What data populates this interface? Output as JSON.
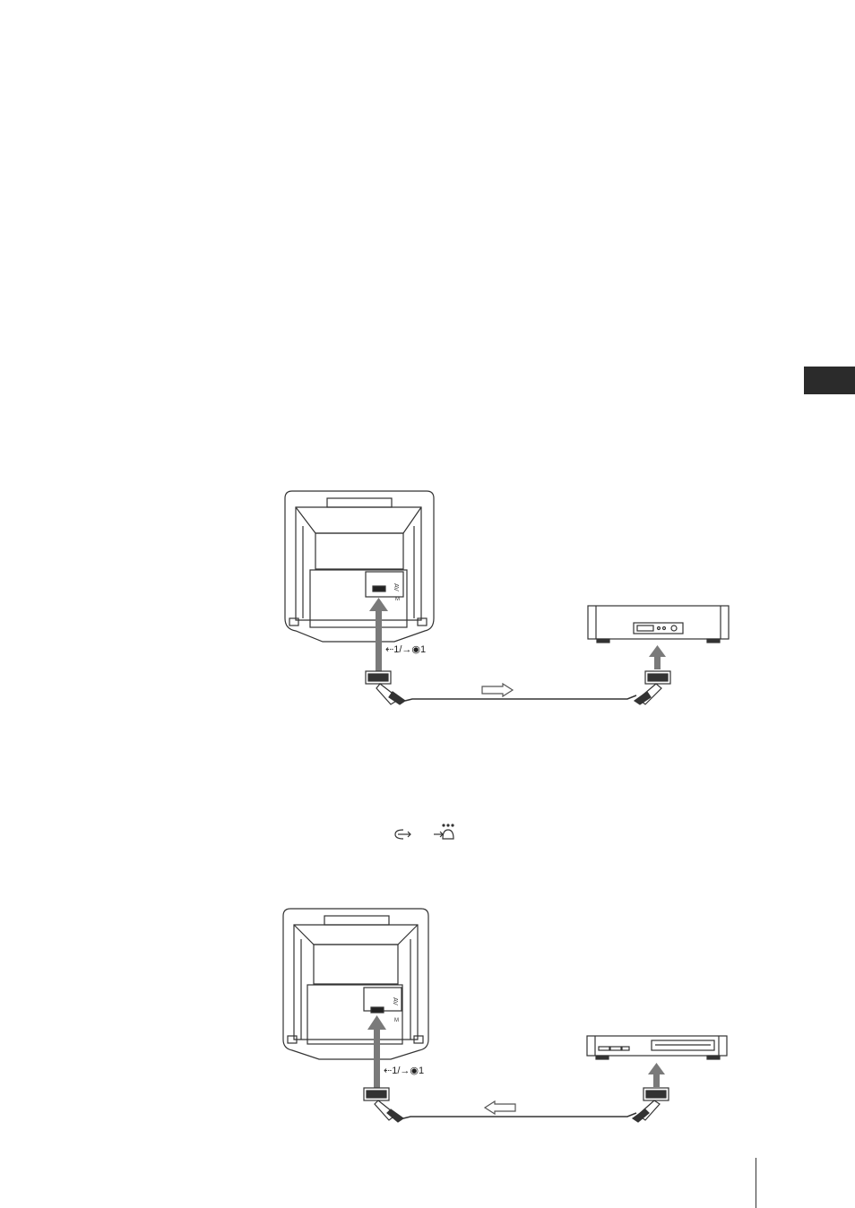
{
  "page": {
    "tab_marker_color": "#2b2b2b"
  },
  "diagram1": {
    "tv_connector_label": "⇠1/→◉1",
    "direction": "right"
  },
  "diagram2": {
    "tv_connector_label": "⇠1/→◉1",
    "direction": "left"
  },
  "symbols": {
    "input_symbol": "⇠",
    "output_symbol": "→◯"
  },
  "colors": {
    "line": "#333333",
    "arrow": "#7a7a7a",
    "panel_dark": "#222222"
  }
}
